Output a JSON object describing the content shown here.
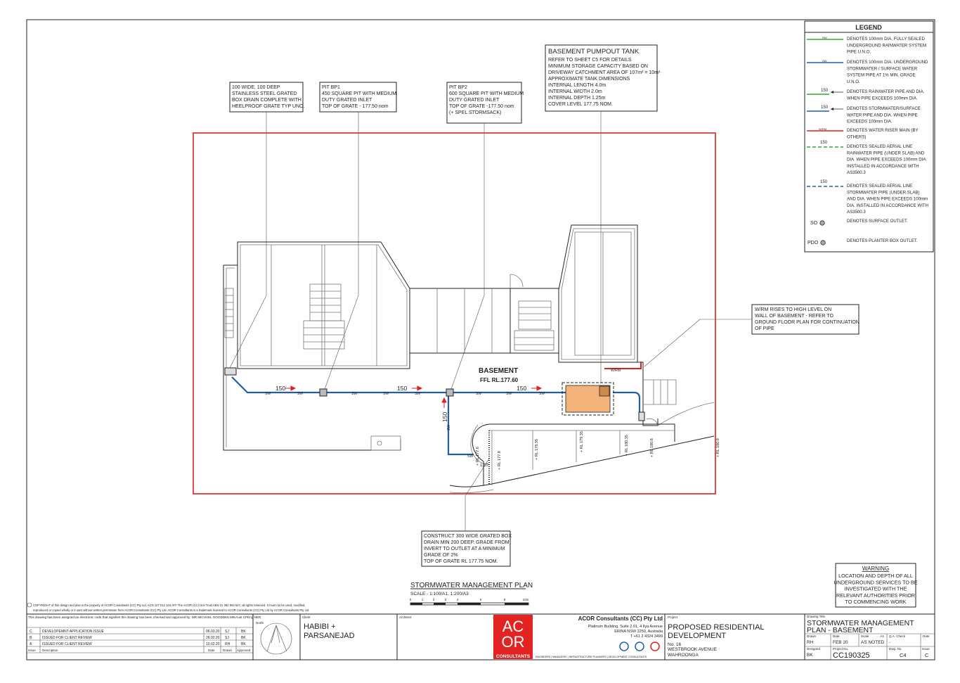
{
  "legend": {
    "title": "LEGEND",
    "items": [
      {
        "tag": "RW",
        "lines": [
          "DENOTES 100mm DIA. FULLY SEALED",
          "UNDERGROUND RAINWATER SYSTEM",
          "PIPE U.N.O."
        ]
      },
      {
        "tag": "SW",
        "lines": [
          "DENOTES 100mm DIA. UNDERGROUND",
          "STORMWATER / SURFACE WATER",
          "SYSTEM PIPE AT 1% MIN. GRADE",
          "U.N.O."
        ]
      },
      {
        "tag": "150",
        "lines": [
          "DENOTES RAINWATER PIPE AND DIA.",
          "WHEN PIPE EXCEEDS 100mm DIA."
        ]
      },
      {
        "tag": "150",
        "lines": [
          "DENOTES STORMWATER/SURFACE",
          "WATER PIPE AND DIA. WHEN PIPE",
          "EXCEEDS 100mm DIA."
        ]
      },
      {
        "tag": "W/RM",
        "lines": [
          "DENOTES WATER RISER MAIN (BY",
          "OTHERS)"
        ]
      },
      {
        "tag": "150",
        "lines": [
          "DENOTES SEALED AERIAL LINE",
          "RAINWATER PIPE (UNDER SLAB) AND",
          "DIA. WHEN PIPE EXCEEDS 100mm DIA.",
          "INSTALLED IN ACCORDANCE WITH",
          "AS3500.3"
        ]
      },
      {
        "tag": "150",
        "lines": [
          "DENOTES SEALED AERIAL LINE",
          "STORMWATER PIPE (UNDER SLAB)",
          "AND DIA. WHEN PIPE EXCEEDS 100mm",
          "DIA. INSTALLED IN ACCORDANCE WITH",
          "AS3500.3"
        ]
      },
      {
        "tag": "SO",
        "lines": [
          "DENOTES  SURFACE OUTLET."
        ]
      },
      {
        "tag": "PDO",
        "lines": [
          "DENOTES  PLANTER BOX OUTLET."
        ]
      }
    ]
  },
  "notes": {
    "box_drain": [
      "100 WIDE, 100 DEEP",
      "STAINLESS STEEL GRATED",
      "BOX DRAIN COMPLETE WITH",
      "HEELPROOF GRATE TYP UNO."
    ],
    "pit_bp1": [
      "PIT BP1",
      "450 SQUARE PIT WITH MEDIUM",
      "DUTY GRATED INLET",
      "TOP OF GRATE - 177.50 nom"
    ],
    "pit_bp2": [
      "PIT BP2",
      "600 SQUARE PIT WITH MEDIUM",
      "DUTY GRATED INLET",
      "TOP OF GRATE -177.50 nom",
      "(+ SPEL STORMSACK)"
    ],
    "pumpout_title": "BASEMENT PUMPOUT TANK",
    "pumpout": [
      "REFER TO SHEET C5 FOR DETAILS",
      "MINIMUM STORAGE CAPACITY BASED ON",
      "DRIVEWAY CATCHMENT AREA OF 107m² = 10m³",
      "APPROXIMATE TANK DIMENSIONS",
      "INTERNAL LENGTH 4.0m",
      "INTERNAL WIDTH 2.0m",
      "INTERNAL DEPTH 1.25m",
      "COVER LEVEL 177.75 NOM."
    ],
    "wrm": [
      "W/RM RISES TO HIGH LEVEL ON",
      "WALL OF BASEMENT - REFER TO",
      "GROUND FLOOR PLAN FOR CONTINUATION",
      "OF PIPE"
    ],
    "box_drain_300": [
      "CONSTRUCT 300 WIDE GRATED BOX",
      "DRAIN MIN 200 DEEP. GRADE FROM",
      "INVERT TO OUTLET AT A MINIMUM",
      "GRADE OF 2%",
      "TOP OF GRATE RL 177.75 NOM."
    ]
  },
  "plan": {
    "basement_label": "BASEMENT",
    "ffl_label": "FFL RL.177.60",
    "pipe_size": "150",
    "sw_tag": "SW",
    "wrm_tag": "W/RM",
    "grade": "1:10",
    "levels": [
      "+ RL 177.6",
      "+ RL 177.8",
      "+ RL 178.35",
      "+ RL 179.35",
      "+ RL 180.35",
      "+ RL 180.6",
      "+ RL 180.9"
    ]
  },
  "warning": {
    "title": "WARNING",
    "lines": [
      "LOCATION AND DEPTH OF ALL",
      "UNDERGROUND SERVICES TO BE",
      "INVESTIGATED WITH THE",
      "RELEVANT AUTHORITIES PRIOR",
      "TO COMMENCING WORK"
    ]
  },
  "scale": {
    "title": "STORMWATER MANAGEMENT PLAN",
    "text": "SCALE - 1:100/A1, 1:200/A3",
    "ticks": [
      "0",
      "1",
      "2",
      "3",
      "4",
      "6",
      "8",
      "10m"
    ]
  },
  "copyright": [
    "COPYRIGHT of this design and plan is the property of ACOR Consultants (CC) Pty Ltd, ACN 127 012 104 ATF The ACOR (CC) Unit Trust ABN 31 392 993 647, all rights reserved. It must not be used, modified,",
    "reproduced or copied wholly or in part without written permission from ACOR Consultants (CC) Pty Ltd. ACOR Consultants is a trademark licensed to ACOR Consultants (CC) Pty Ltd by ACOR Consultants Pty Ltd.",
    "This drawing has been assigned an electronic code that signifies the drawing has been checked and approved by: MR MICHAEL GOODWIN MIEAust CPEng NER"
  ],
  "revisions": [
    {
      "issue": "C",
      "desc": "DEVELOPEMNT APPLICATION ISSUE",
      "date": "06.03.20",
      "drawn": "SJ",
      "approved": "BK"
    },
    {
      "issue": "B",
      "desc": "ISSUED FOR CLIENT REVIEW",
      "date": "26.02.20",
      "drawn": "SJ",
      "approved": "BK"
    },
    {
      "issue": "A",
      "desc": "ISSUED FOR CLIENT REVIEW",
      "date": "10.02.20",
      "drawn": "RH",
      "approved": "BK"
    }
  ],
  "rev_headers": {
    "issue": "Issue",
    "desc": "Description",
    "date": "Date",
    "drawn": "Drawn",
    "approved": "Approved"
  },
  "title_block": {
    "north": "North",
    "client_label": "Client",
    "client": [
      "HABIBI +",
      "PARSANEJAD"
    ],
    "architect_label": "Architect",
    "logo_top": "AC",
    "logo_bottom": "OR",
    "logo_word": "CONSULTANTS",
    "disciplines": "ENGINEERS | MANAGERS | INFRASTRUCTURE PLANNERS | DEVELOPMENT CONSULTANTS",
    "company": "ACOR Consultants (CC) Pty Ltd",
    "address": [
      "Platinum Building, Suite 2.01, 4 Ilya Avenue",
      "ERINA  NSW 2250, Australia",
      "T +61 2 4324 3499"
    ],
    "project_label": "Project",
    "project": [
      "PROPOSED RESIDENTIAL",
      "DEVELOPMENT"
    ],
    "project_address": [
      "No. 16",
      "WESTBROOK AVENUE",
      "WAHROONGA"
    ],
    "drawing_title_label": "Drawing Title",
    "drawing_title": [
      "STORMWATER MANAGEMENT",
      "PLAN - BASEMENT"
    ],
    "drawn_label": "Drawn",
    "drawn": "RH",
    "date_label": "Date",
    "date": "FEB 20",
    "scale_label": "Scale",
    "scale_sheet": "A1",
    "scale_value": "AS NOTED",
    "qa_label": "Q.A. Check",
    "qa": "-",
    "qa_date_label": "Date",
    "designed_label": "Designed",
    "designed": "BK",
    "project_no_label": "Project No.",
    "project_no": "CC190325",
    "dwg_no_label": "Dwg. No.",
    "dwg_no": "C4",
    "issue_label": "Issue",
    "issue": "C"
  },
  "colors": {
    "rw": "#3aa53a",
    "sw": "#1f5fa8",
    "wrm": "#e02020",
    "boundary": "#e02020",
    "tank": "#f2b27a",
    "logo": "#e32322"
  }
}
